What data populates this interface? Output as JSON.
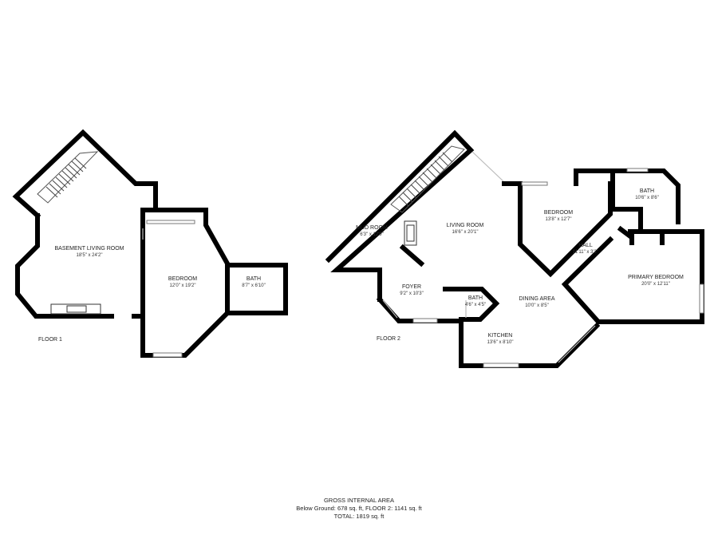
{
  "floors": [
    {
      "label": "FLOOR 1",
      "rooms": [
        {
          "name": "BASEMENT LIVING ROOM",
          "dim": "18'5\" x 24'2\""
        },
        {
          "name": "BEDROOM",
          "dim": "12'0\" x 19'2\""
        },
        {
          "name": "BATH",
          "dim": "8'7\" x 6'10\""
        }
      ]
    },
    {
      "label": "FLOOR 2",
      "rooms": [
        {
          "name": "MUD ROOM",
          "dim": "6'3\" x 12'9\""
        },
        {
          "name": "LIVING ROOM",
          "dim": "16'6\" x 20'1\""
        },
        {
          "name": "BEDROOM",
          "dim": "13'8\" x 12'7\""
        },
        {
          "name": "BATH",
          "dim": "10'6\" x 8'6\""
        },
        {
          "name": "HALL",
          "dim": "11'11\" x 3'2\""
        },
        {
          "name": "PRIMARY BEDROOM",
          "dim": "20'0\" x 12'11\""
        },
        {
          "name": "FOYER",
          "dim": "9'2\" x 10'3\""
        },
        {
          "name": "BATH",
          "dim": "4'6\" x 4'5\""
        },
        {
          "name": "DINING AREA",
          "dim": "10'0\" x 8'5\""
        },
        {
          "name": "KITCHEN",
          "dim": "13'6\" x 8'10\""
        }
      ]
    }
  ],
  "gross_area": {
    "title": "GROSS INTERNAL AREA",
    "line1": "Below Ground: 678 sq. ft, FLOOR 2: 1141 sq. ft",
    "line2": "TOTAL: 1819 sq. ft"
  }
}
